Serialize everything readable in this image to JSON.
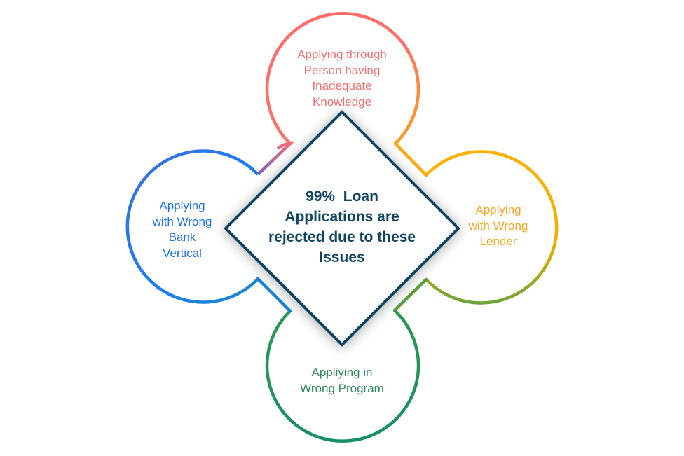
{
  "center": {
    "lines": [
      "99%  Loan",
      "Applications are",
      "rejected due to these",
      "Issues"
    ],
    "color": "#0f4562"
  },
  "issues": [
    {
      "position": "top",
      "lines": [
        "Applying through",
        "Person having",
        "Inadequate",
        "Knowledge"
      ],
      "text_color": "#f07070",
      "gradient": [
        "#ff6b6b",
        "#ff9a3c",
        "#8a62b0"
      ]
    },
    {
      "position": "right",
      "lines": [
        "Applying",
        "with Wrong",
        "Lender"
      ],
      "text_color": "#f5a623",
      "gradient": [
        "#ffb000",
        "#f5b300",
        "#7ea830"
      ]
    },
    {
      "position": "bottom",
      "lines": [
        "Appliying in",
        "Wrong Program"
      ],
      "text_color": "#2e8b57",
      "gradient": [
        "#1a8f6a",
        "#1b8a5e",
        "#3d9b4b"
      ]
    },
    {
      "position": "left",
      "lines": [
        "Applying",
        "with Wrong",
        "Bank",
        "Vertical"
      ],
      "text_color": "#1a73e8",
      "gradient": [
        "#1a7cff",
        "#1f6fe0",
        "#7a65c0"
      ]
    }
  ]
}
